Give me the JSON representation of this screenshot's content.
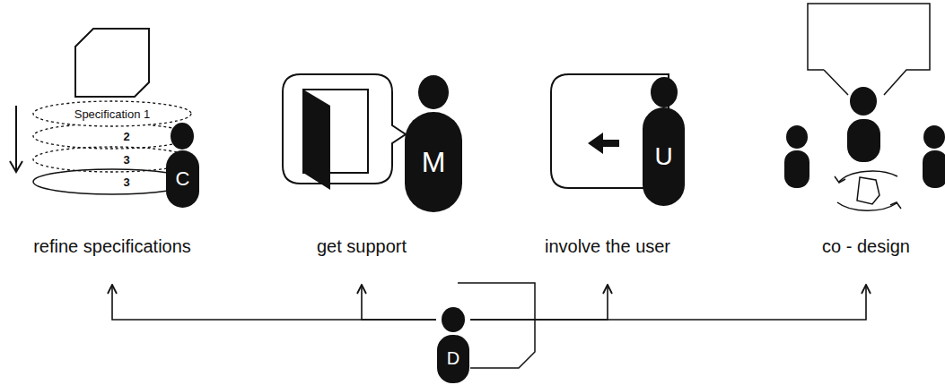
{
  "diagram": {
    "nodes": [
      {
        "text": [
          "C"
        ]
      },
      {
        "text": [
          "M"
        ]
      },
      {
        "text": [
          "U"
        ]
      },
      {
        "text": [
          "refine specifications"
        ]
      },
      {
        "text": [
          "get support"
        ]
      },
      {
        "text": [
          "involve the user"
        ]
      },
      {
        "text": [
          "co - design"
        ]
      },
      {
        "text": [
          "D"
        ]
      }
    ],
    "edges": [
      {
        "from": 7,
        "to": 3,
        "arrow": "to"
      },
      {
        "from": 7,
        "to": 4,
        "arrow": "to"
      },
      {
        "from": 7,
        "to": 5,
        "arrow": "to"
      },
      {
        "from": 7,
        "to": 6,
        "arrow": "to"
      }
    ],
    "labels": [
      "Specification 1",
      "2",
      "3",
      "3"
    ]
  }
}
